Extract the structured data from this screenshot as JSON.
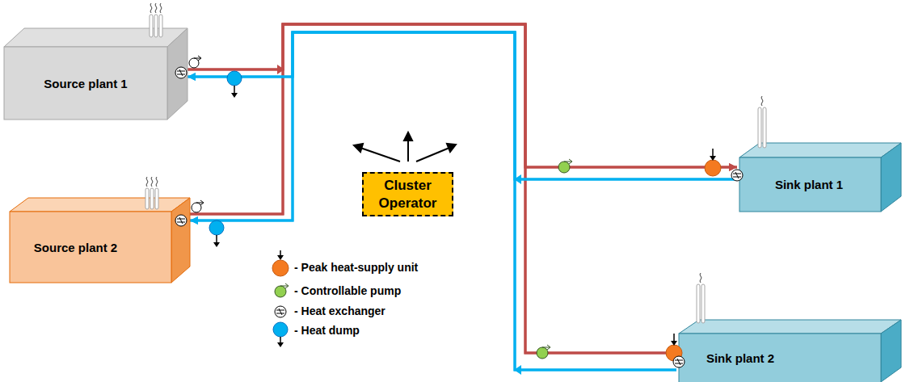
{
  "diagram": {
    "nodes": [
      {
        "text": [
          "Source plant 1"
        ]
      },
      {
        "text": [
          "Source plant 2"
        ]
      },
      {
        "text": [
          "Cluster Operator"
        ]
      },
      {
        "text": [
          "Sink plant 1"
        ]
      },
      {
        "text": [
          "Sink plant 2"
        ]
      }
    ],
    "edges": [
      {
        "from": 0,
        "to": 3,
        "arrow": "to"
      },
      {
        "from": 0,
        "to": 4,
        "arrow": "to"
      },
      {
        "from": 1,
        "to": 3,
        "arrow": "to"
      },
      {
        "from": 1,
        "to": 4,
        "arrow": "to"
      },
      {
        "from": 3,
        "to": 0,
        "arrow": "to"
      },
      {
        "from": 3,
        "to": 1,
        "arrow": "to"
      },
      {
        "from": 4,
        "to": 0,
        "arrow": "to"
      },
      {
        "from": 4,
        "to": 1,
        "arrow": "to"
      }
    ],
    "legend": [
      {
        "text": "- Peak heat-supply unit"
      },
      {
        "text": "- Controllable pump"
      },
      {
        "text": "- Heat exchanger"
      },
      {
        "text": "- Heat dump"
      }
    ]
  }
}
